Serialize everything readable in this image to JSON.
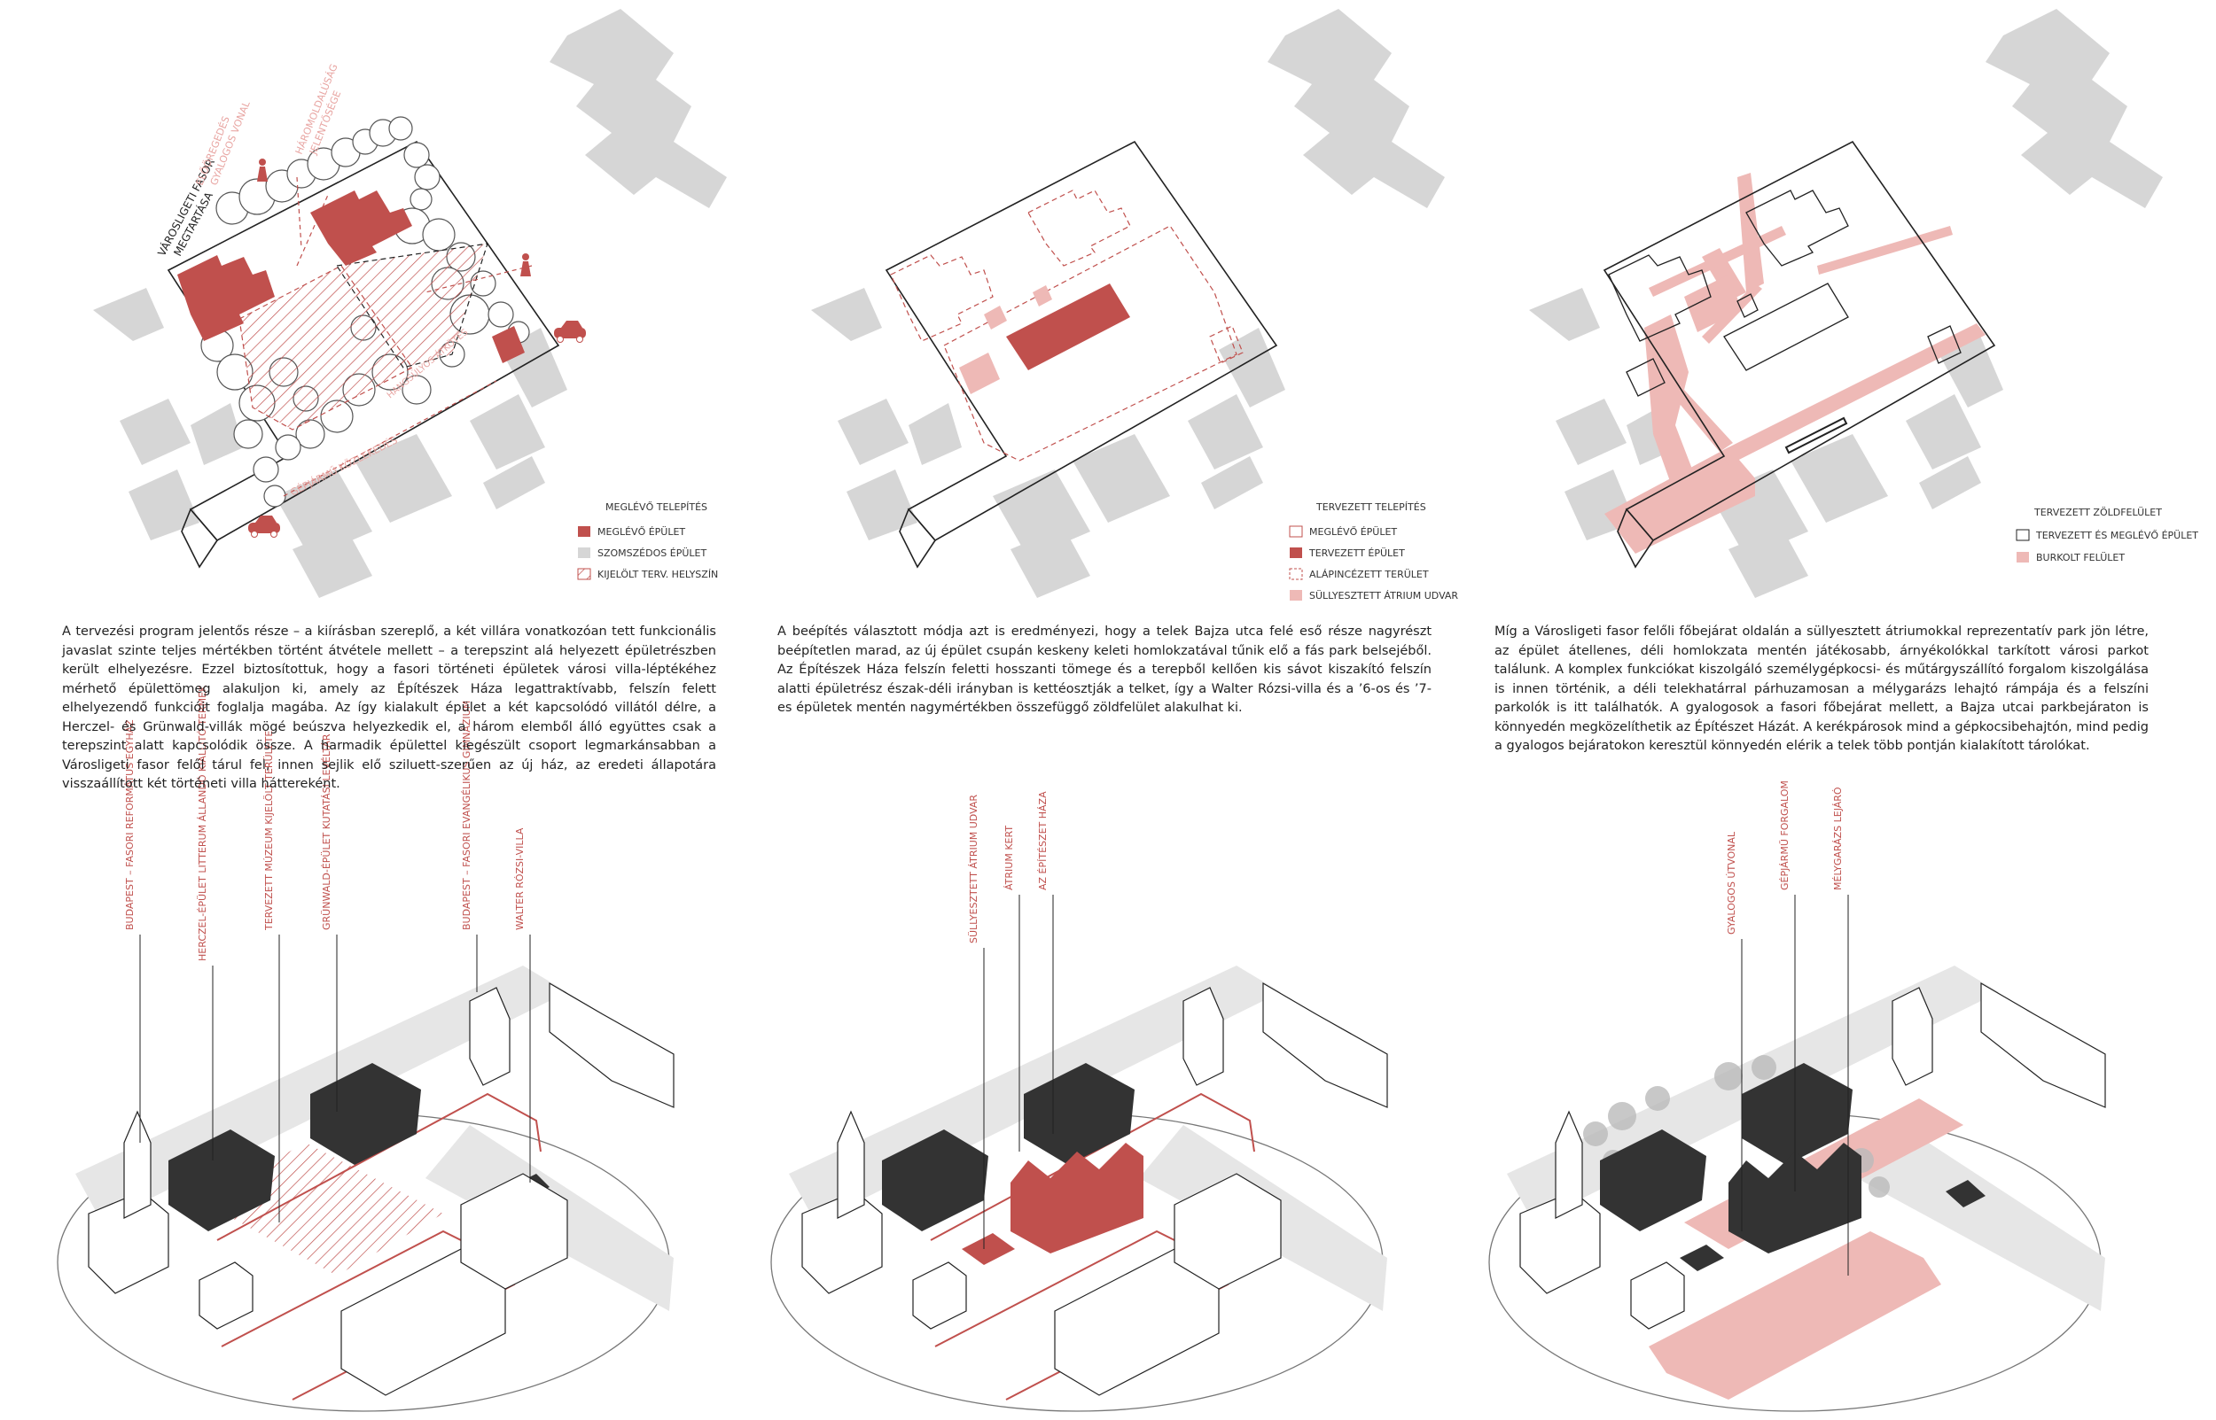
{
  "colors": {
    "red": "#c0504d",
    "pink": "#eeb9b6",
    "grey": "#d6d6d6",
    "dark": "#333333",
    "line": "#222222"
  },
  "panel1": {
    "legend_title": "MEGLÉVŐ TELEPÍTÉS",
    "legend": [
      "MEGLÉVŐ ÉPÜLET",
      "SZOMSZÉDOS ÉPÜLET",
      "KIJELÖLT TERV. HELYSZÍN"
    ],
    "annotations": {
      "fasor": "VÁROSLIGETI FASOR",
      "megtartasa": "MEGTARTÁSA",
      "eloregeres": "ELŐÖREGEDÉS",
      "gyalogos": "GYALOGOS VONAL",
      "haromoldal": "HÁROMOLDALÚSÁG",
      "jelentosege": "JELENTŐSÉGE",
      "gepjarmu": "GÉPJÁRMŰ KÖZLEKEDÉS",
      "hangsulyos": "HANGSÚLYOS ÁTKÖTÉS"
    },
    "text": "A tervezési program jelentős része – a kiírásban szereplő, a két villára vonatkozóan tett funkcionális javaslat szinte teljes mértékben történt átvétele mellett – a terepszint alá helyezett épületrészben került elhelyezésre. Ezzel biztosítottuk, hogy a fasori történeti épületek városi villa-léptékéhez mérhető épülettömeg alakuljon ki, amely az Építészek Háza legattraktívabb, felszín felett elhelyezendő funkcióit foglalja magába. Az így kialakult épület a két kapcsolódó villától délre, a Herczel- és Grünwald-villák mögé beúszva helyezkedik el, a három elemből álló együttes csak a terepszint alatt kapcsolódik össze. A harmadik épülettel kiegészült csoport legmarkánsabban a Városligeti fasor felől tárul fel, innen sejlik elő sziluett-szerűen az új ház, az eredeti állapotára visszaállított két történeti villa háttereként.",
    "callouts": [
      "BUDAPEST – FASORI REFORMÁTUS EGYHÁZ",
      "HERCZEL-ÉPÜLET LITTERUM ÁLLANDÓ KIÁLLÍTÓ TERMEK",
      "TERVEZETT MÚZEUM KIJELÖLT TERÜLETE",
      "GRÜNWALD-ÉPÜLET KUTATÁSI LEVÉLTÁR",
      "BUDAPEST – FASORI EVANGÉLIKUS GIMNÁZIUM",
      "WALTER RÓZSI-VILLA"
    ]
  },
  "panel2": {
    "legend_title": "TERVEZETT TELEPÍTÉS",
    "legend": [
      "MEGLÉVŐ ÉPÜLET",
      "TERVEZETT ÉPÜLET",
      "ALÁPINCÉZETT TERÜLET",
      "SÜLLYESZTETT ÁTRIUM UDVAR"
    ],
    "text": "A beépítés választott módja azt is eredményezi, hogy a telek Bajza utca felé eső része nagyrészt beépítetlen marad, az új épület csupán keskeny keleti homlokzatával tűnik elő a fás park belsejéből. Az Építészek Háza felszín feletti hosszanti tömege és a terepből kellően kis sávot kiszakító felszín alatti épületrész észak-déli irányban is kettéosztják a telket, így a Walter Rózsi-villa és a ’6-os és ’7-es épületek mentén nagymértékben összefüggő zöldfelület alakulhat ki.",
    "callouts": [
      "SÜLLYESZTETT ÁTRIUM UDVAR",
      "ÁTRIUM KERT",
      "AZ ÉPÍTÉSZET HÁZA"
    ]
  },
  "panel3": {
    "legend_title": "TERVEZETT ZÖLDFELÜLET",
    "legend": [
      "TERVEZETT ÉS MEGLÉVŐ ÉPÜLET",
      "BURKOLT FELÜLET"
    ],
    "text": "Míg a Városligeti fasor felőli főbejárat oldalán a süllyesztett átriumokkal reprezentatív park jön létre, az épület átellenes, déli homlokzata mentén játékosabb, árnyékolókkal tarkított városi parkot találunk. A komplex funkciókat kiszolgáló személygépkocsi- és műtárgyszállító forgalom kiszolgálása is innen történik, a déli telekhatárral párhuzamosan a mélygarázs lehajtó rámpája és a felszíni parkolók is itt találhatók. A gyalogosok a fasori főbejárat mellett, a Bajza utcai parkbejáraton is könnyedén megközelíthetik az Építészet Házát. A kerékpárosok mind a gépkocsibehajtón, mind pedig a gyalogos bejáratokon keresztül könnyedén elérik a telek több pontján kialakított tárolókat.",
    "callouts": [
      "GYALOGOS ÚTVONAL",
      "GÉPJÁRMŰ FORGALOM",
      "MÉLYGARÁZS LEJÁRÓ"
    ]
  }
}
